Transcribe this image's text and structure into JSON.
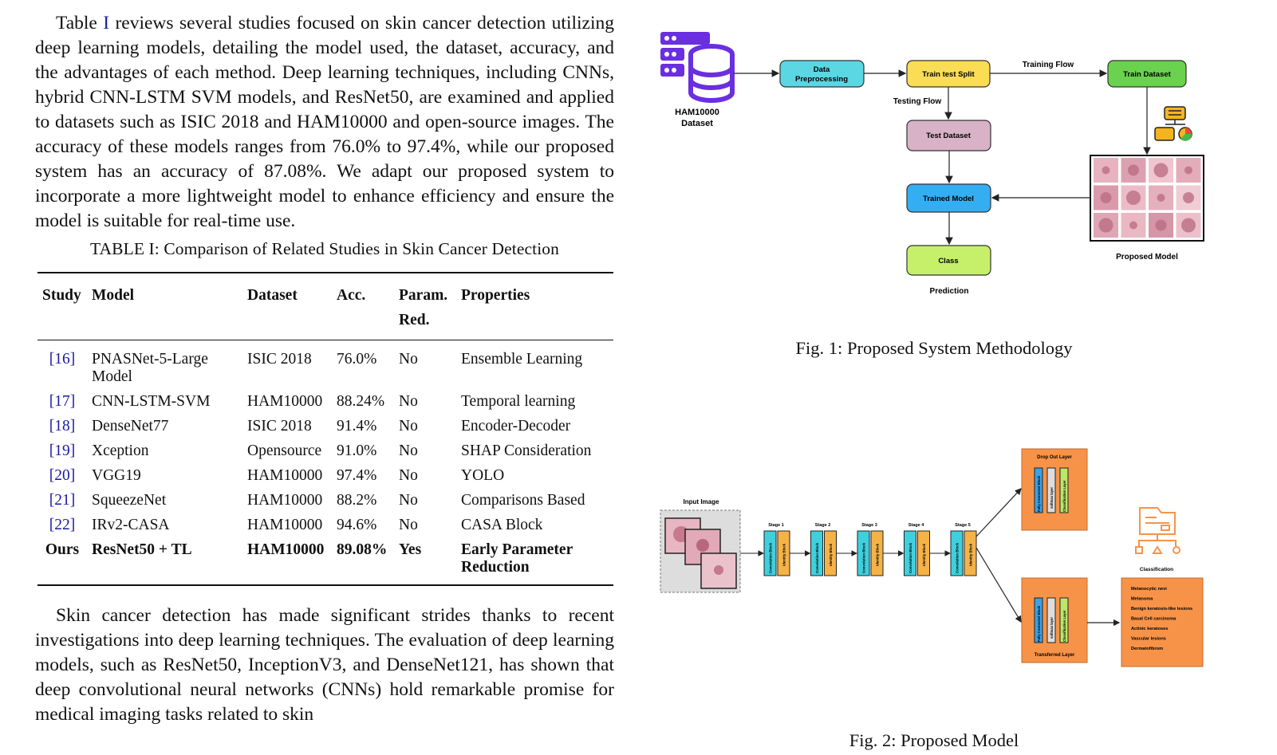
{
  "para1": {
    "lead": "Table ",
    "ref": "I",
    "text": " reviews several studies focused on skin cancer detection utilizing deep learning models, detailing the model used, the dataset, accuracy, and the advantages of each method. Deep learning techniques, including CNNs, hybrid CNN-LSTM SVM models, and ResNet50, are examined and applied to datasets such as ISIC 2018 and HAM10000 and open-source images. The accuracy of these models ranges from 76.0% to 97.4%, while our proposed system has an accuracy of 87.08%. We adapt our proposed system to incorporate a more lightweight model to enhance efficiency and ensure the model is suitable for real-time use."
  },
  "table": {
    "caption": "TABLE I: Comparison of Related Studies in Skin Cancer Detection",
    "headers": [
      "Study",
      "Model",
      "Dataset",
      "Acc.",
      "Param. Red.",
      "Properties"
    ],
    "rows": [
      {
        "study": "[16]",
        "model": "PNASNet-5-Large Model",
        "dataset": "ISIC 2018",
        "acc": "76.0%",
        "red": "No",
        "props": "Ensemble Learning"
      },
      {
        "study": "[17]",
        "model": "CNN-LSTM-SVM",
        "dataset": "HAM10000",
        "acc": "88.24%",
        "red": "No",
        "props": "Temporal learning"
      },
      {
        "study": "[18]",
        "model": "DenseNet77",
        "dataset": "ISIC 2018",
        "acc": "91.4%",
        "red": "No",
        "props": "Encoder-Decoder"
      },
      {
        "study": "[19]",
        "model": "Xception",
        "dataset": "Opensource",
        "acc": "91.0%",
        "red": "No",
        "props": "SHAP Consideration"
      },
      {
        "study": "[20]",
        "model": "VGG19",
        "dataset": "HAM10000",
        "acc": "97.4%",
        "red": "No",
        "props": "YOLO"
      },
      {
        "study": "[21]",
        "model": "SqueezeNet",
        "dataset": "HAM10000",
        "acc": "88.2%",
        "red": "No",
        "props": "Comparisons Based"
      },
      {
        "study": "[22]",
        "model": "IRv2-CASA",
        "dataset": "HAM10000",
        "acc": "94.6%",
        "red": "No",
        "props": "CASA Block"
      },
      {
        "study": "Ours",
        "model": "ResNet50 + TL",
        "dataset": "HAM10000",
        "acc": "89.08%",
        "red": "Yes",
        "props": "Early Parameter Reduction"
      }
    ]
  },
  "para2": {
    "text": "Skin cancer detection has made significant strides thanks to recent investigations into deep learning techniques. The evaluation of deep learning models, such as ResNet50, InceptionV3, and DenseNet121, has shown that deep convolutional neural networks (CNNs) hold remarkable promise for medical imaging tasks related to skin"
  },
  "fig1": {
    "caption": "Fig. 1: Proposed System Methodology",
    "dataset_label_1": "HAM10000",
    "dataset_label_2": "Dataset",
    "preprocessing_1": "Data",
    "preprocessing_2": "Preprocessing",
    "split": "Train test Split",
    "train_dataset": "Train Dataset",
    "test_dataset": "Test Dataset",
    "trained_model": "Trained Model",
    "class": "Class",
    "prediction": "Prediction",
    "training_flow": "Training Flow",
    "testing_flow": "Testing Flow",
    "proposed_model": "Proposed Model",
    "colors": {
      "preprocessing": "#5ad7e3",
      "split": "#fbdc55",
      "train": "#6ad24e",
      "test": "#d8b2c6",
      "trained": "#34aef2",
      "class": "#c6f06a",
      "database": "#6a2fe0"
    }
  },
  "fig2": {
    "caption": "Fig. 2: Proposed Model",
    "input_image": "Input Image",
    "stages": [
      "Stage 1",
      "Stage 2",
      "Stage 3",
      "Stage 4",
      "Stage 5"
    ],
    "conv_block": "Convolution Block",
    "identity_block": "Identity Block",
    "dropout_layer": "Drop Out Layer",
    "transferred_layer": "Transferred Layer",
    "fc_block": "Fully Connected Block",
    "softmax_layer": "softmax layer",
    "classification_layer": "Classification Layer",
    "classification": "Classification",
    "classes": [
      "Melanocytic nevi",
      "Melanoma",
      "Benign keratosis-like lesions",
      "Basal Cell carcinoma",
      "Actinic keratoses",
      "Vascular lesions",
      "Dermatofibrom"
    ],
    "colors": {
      "orange": "#f79348",
      "cyan": "#3fd0de",
      "amber": "#f5b347",
      "blue": "#3aa2e8",
      "green": "#b9e86a"
    }
  }
}
